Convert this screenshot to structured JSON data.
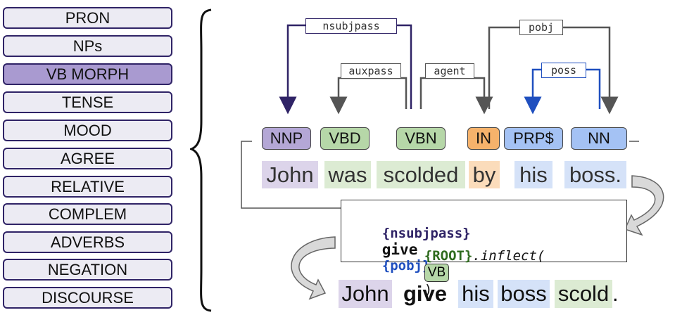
{
  "categories": [
    {
      "label": "PRON"
    },
    {
      "label": "NPs"
    },
    {
      "label": "VB MORPH",
      "active": true
    },
    {
      "label": "TENSE"
    },
    {
      "label": "MOOD"
    },
    {
      "label": "AGREE"
    },
    {
      "label": "RELATIVE"
    },
    {
      "label": "COMPLEM"
    },
    {
      "label": "ADVERBS"
    },
    {
      "label": "NEGATION"
    },
    {
      "label": "DISCOURSE"
    }
  ],
  "dependencies": {
    "nsubjpass": "nsubjpass",
    "auxpass": "auxpass",
    "agent": "agent",
    "pobj": "pobj",
    "poss": "poss"
  },
  "tags": [
    "NNP",
    "VBD",
    "VBN",
    "IN",
    "PRP$",
    "NN"
  ],
  "sentence": [
    "John",
    "was",
    "scolded",
    "by",
    "his",
    "boss."
  ],
  "template": {
    "subj_slot": "{nsubjpass}",
    "verb": "give",
    "obj_slot": "{pobj}",
    "root_slot": "{ROOT}",
    "method": ".inflect(",
    "tag": "VB",
    "close": ")"
  },
  "output": [
    "John",
    "give",
    "his",
    "boss",
    "scold",
    "."
  ],
  "colors": {
    "purple": "#b4a7d6",
    "green": "#b6d7a8",
    "orange": "#f6b26b",
    "blue": "#a4c2f4",
    "active_category": "#a99ad0",
    "dark_purple": "#2f2366",
    "dark_blue": "#1f4fbf"
  }
}
